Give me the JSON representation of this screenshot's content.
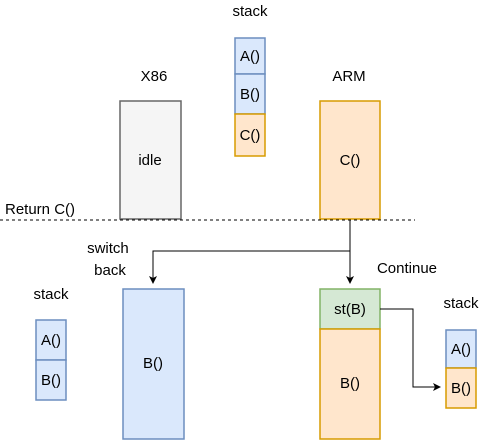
{
  "colors": {
    "gray_fill": "#f5f5f5",
    "gray_stroke": "#666666",
    "blue_fill": "#dae8fc",
    "blue_stroke": "#6c8ebf",
    "orange_fill": "#ffe6cc",
    "orange_stroke": "#d79b00",
    "green_fill": "#d5e8d4",
    "green_stroke": "#82b366",
    "line": "#000000"
  },
  "labels": {
    "stack_top": "stack",
    "x86": "X86",
    "arm": "ARM",
    "return_c": "Return C()",
    "switch_back": [
      "switch",
      "back"
    ],
    "continue": "Continue",
    "stack_left": "stack",
    "stack_right": "stack"
  },
  "blocks": {
    "idle": "idle",
    "c_arm": "C()",
    "b_x86": "B()",
    "st_b": "st(B)",
    "b_arm": "B()"
  },
  "stacks": {
    "top": [
      "A()",
      "B()",
      "C()"
    ],
    "left": [
      "A()",
      "B()"
    ],
    "right": [
      "A()",
      "B()"
    ]
  }
}
